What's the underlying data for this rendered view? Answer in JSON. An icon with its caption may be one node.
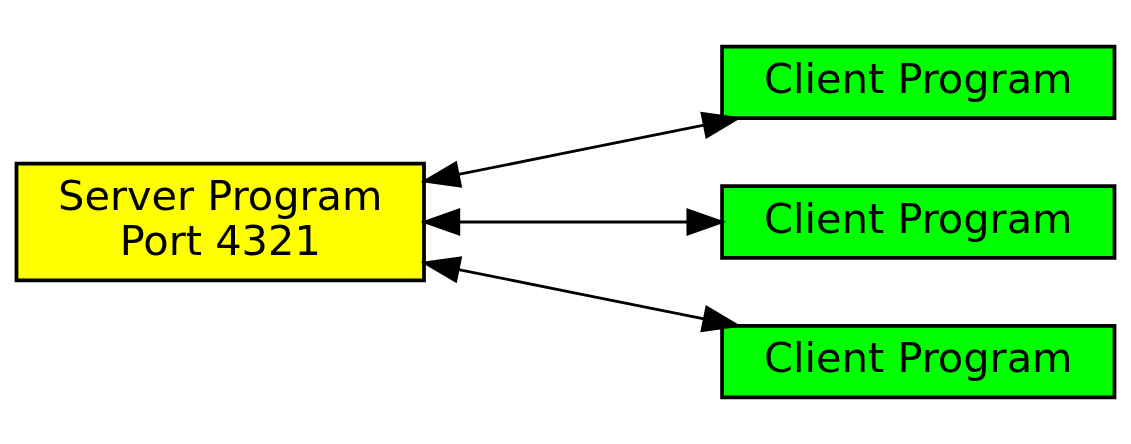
{
  "diagram": {
    "nodes": [
      {
        "text": [
          "Server Program",
          "Port 4321"
        ]
      },
      {
        "text": [
          "Client Program"
        ]
      },
      {
        "text": [
          "Client Program"
        ]
      },
      {
        "text": [
          "Client Program"
        ]
      }
    ],
    "edges": [
      {
        "from": 0,
        "to": 1,
        "arrow": "both"
      },
      {
        "from": 0,
        "to": 2,
        "arrow": "both"
      },
      {
        "from": 0,
        "to": 3,
        "arrow": "both"
      }
    ]
  }
}
